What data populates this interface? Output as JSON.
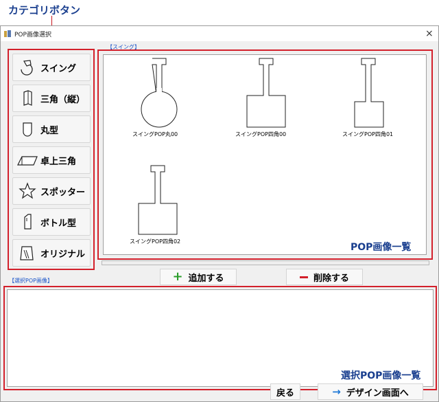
{
  "callout": {
    "category_label": "カテゴリボタン"
  },
  "window": {
    "title": "POP画像選択",
    "close": "×"
  },
  "categories": [
    {
      "label": "スイング",
      "icon": "swing-icon"
    },
    {
      "label": "三角（縦）",
      "icon": "triangle-vertical-icon"
    },
    {
      "label": "丸型",
      "icon": "round-icon"
    },
    {
      "label": "卓上三角",
      "icon": "tabletop-triangle-icon"
    },
    {
      "label": "スポッター",
      "icon": "spotter-star-icon"
    },
    {
      "label": "ボトル型",
      "icon": "bottle-icon"
    },
    {
      "label": "オリジナル",
      "icon": "original-icon"
    }
  ],
  "pop_list": {
    "tab_label": "【スイング】",
    "overlay_label": "POP画像一覧",
    "items": [
      {
        "caption": "スイングPOP丸00"
      },
      {
        "caption": "スイングPOP四角00"
      },
      {
        "caption": "スイングPOP四角01"
      },
      {
        "caption": "スイングPOP四角02"
      }
    ]
  },
  "actions": {
    "add": "追加する",
    "remove": "削除する"
  },
  "selected": {
    "label": "【選択POP画像】",
    "overlay_label": "選択POP画像一覧"
  },
  "footer": {
    "back": "戻る",
    "design": "デザイン画面へ"
  },
  "colors": {
    "highlight_red": "#d3202b",
    "label_blue": "#1a3f8f",
    "add_green": "#2a9d2a",
    "arrow_blue": "#1e78d6"
  }
}
